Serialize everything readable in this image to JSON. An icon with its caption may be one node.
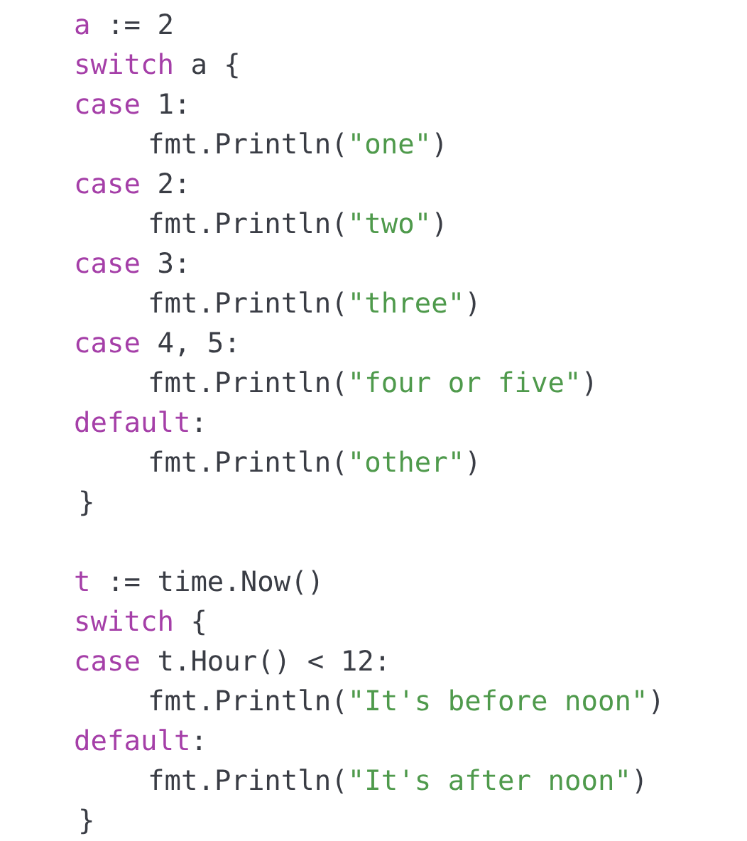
{
  "diagram": {
    "labels": [
      "a := 2",
      "switch a {",
      "case 1:",
      "fmt.Println(\"one\")",
      "case 2:",
      "fmt.Println(\"two\")",
      "case 3:",
      "fmt.Println(\"three\")",
      "case 4, 5:",
      "fmt.Println(\"four or five\")",
      "default:",
      "fmt.Println(\"other\")",
      "}",
      "t := time.Now()",
      "switch {",
      "case t.Hour() < 12:",
      "fmt.Println(\"It's before noon\")",
      "default:",
      "fmt.Println(\"It's after noon\")",
      "}"
    ]
  }
}
